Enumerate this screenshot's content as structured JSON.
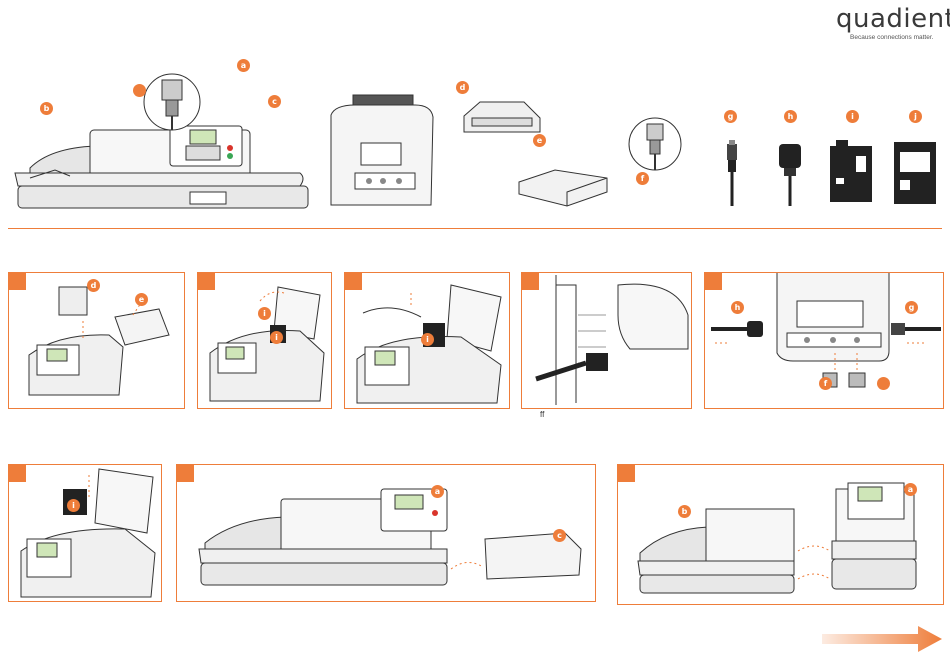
{
  "brand": {
    "name": "quadient",
    "tagline": "Because connections matter."
  },
  "labels": {
    "a": "a",
    "b": "b",
    "c": "c",
    "d": "d",
    "e": "e",
    "f": "f",
    "g": "g",
    "h": "h",
    "i": "i",
    "j": "j"
  },
  "note": "ff",
  "colors": {
    "accent": "#ee7d3a",
    "line": "#333333",
    "device_fill": "#f2f2f2"
  },
  "icons": [
    "usb-cable-icon",
    "power-plug-icon",
    "ink-cartridge-icon",
    "ink-cartridge-box-icon",
    "serial-connector-icon",
    "next-arrow-icon"
  ]
}
